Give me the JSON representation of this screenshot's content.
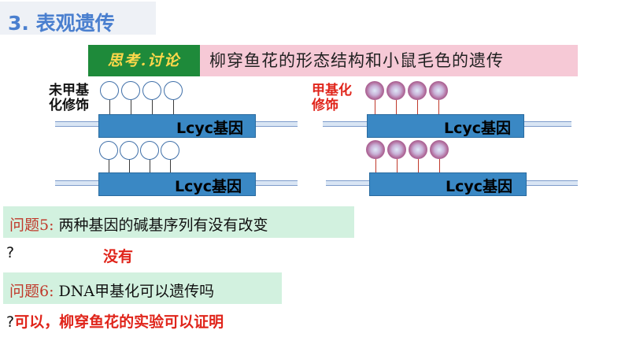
{
  "header": {
    "title": "3. 表观遗传"
  },
  "discussion": {
    "tag": "思考.讨论",
    "topic": "柳穿鱼花的形态结构和小鼠毛色的遗传"
  },
  "diagram": {
    "label_unmethylated": [
      "未甲基",
      "化修饰"
    ],
    "label_methylated": [
      "甲基化",
      "修饰"
    ],
    "gene_label": "Lcyc基因"
  },
  "qa": [
    {
      "number": "问题5:",
      "question": "两种基因的碱基序列有没有改变",
      "mark": "?",
      "answer": "没有"
    },
    {
      "number": "问题6:",
      "question": "DNA甲基化可以遗传吗",
      "mark": "?",
      "answer": "可以，柳穿鱼花的实验可以证明"
    }
  ]
}
